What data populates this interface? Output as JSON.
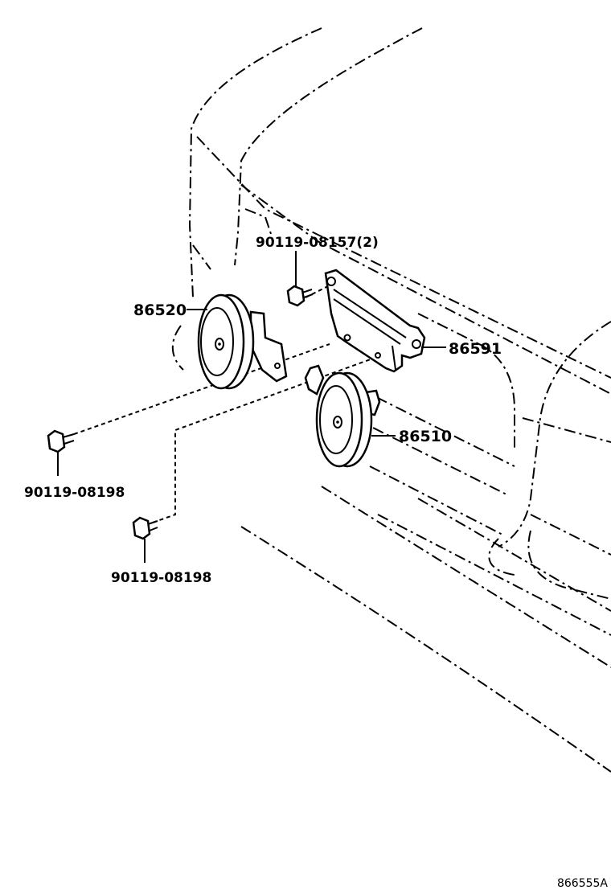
{
  "callouts": {
    "bolt_top": "90119-08157(2)",
    "horn_left": "86520",
    "bracket": "86591",
    "horn_right": "86510",
    "bolt_left": "90119-08198",
    "bolt_lower": "90119-08198"
  },
  "diagram_ref": "866555A"
}
